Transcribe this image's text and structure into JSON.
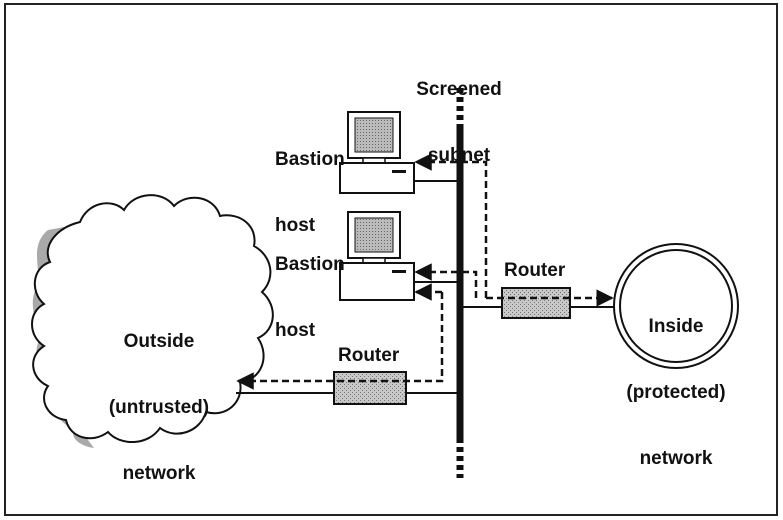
{
  "labels": {
    "screened_subnet_line1": "Screened",
    "screened_subnet_line2": "subnet",
    "bastion_host_1_line1": "Bastion",
    "bastion_host_1_line2": "host",
    "bastion_host_2_line1": "Bastion",
    "bastion_host_2_line2": "host",
    "router_inside": "Router",
    "router_outside": "Router",
    "outside_network_line1": "Outside",
    "outside_network_line2": "(untrusted)",
    "outside_network_line3": "network",
    "inside_network_line1": "Inside",
    "inside_network_line2": "(protected)",
    "inside_network_line3": "network"
  },
  "icons": [
    "computer-icon",
    "computer-icon",
    "router-icon",
    "router-icon",
    "cloud-icon",
    "circle-network-icon"
  ]
}
